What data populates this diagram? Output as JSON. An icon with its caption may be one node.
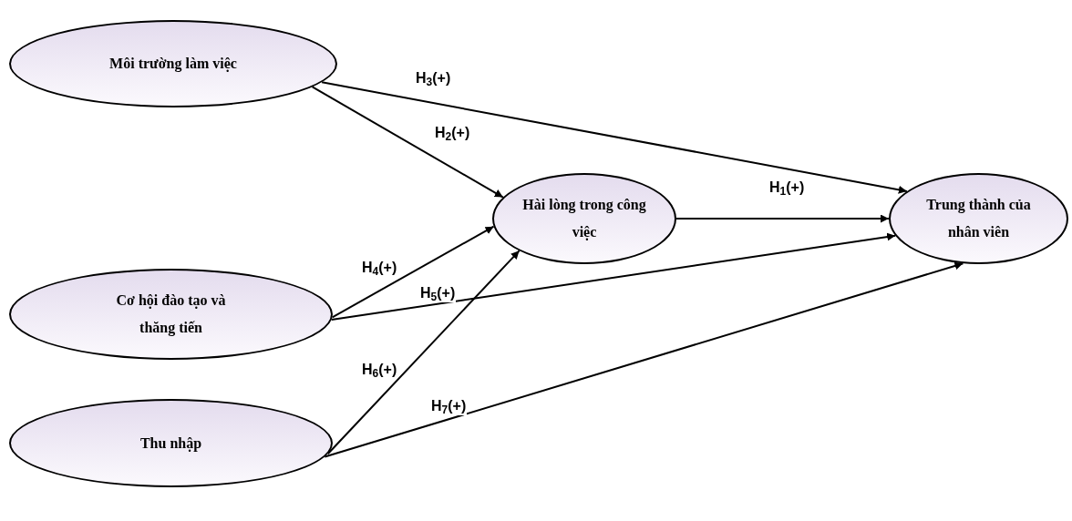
{
  "diagram": {
    "nodes": [
      {
        "text": [
          "Môi trường làm việc"
        ]
      },
      {
        "text": [
          "Cơ hội đào tạo và thăng tiến"
        ]
      },
      {
        "text": [
          "Thu nhập"
        ]
      },
      {
        "text": [
          "Hài lòng trong công việc"
        ]
      },
      {
        "text": [
          "Trung thành của nhân viên"
        ]
      }
    ],
    "edges": [
      {
        "from": 0,
        "to": 4,
        "arrow": "to",
        "label": "H$_{3}$(+)"
      },
      {
        "from": 0,
        "to": 3,
        "arrow": "to",
        "label": "H$_{2}$(+)"
      },
      {
        "from": 3,
        "to": 4,
        "arrow": "to",
        "label": "H$_{1}$(+)"
      },
      {
        "from": 1,
        "to": 3,
        "arrow": "to",
        "label": "H$_{4}$(+)"
      },
      {
        "from": 1,
        "to": 4,
        "arrow": "to",
        "label": "H$_{5}$(+)"
      },
      {
        "from": 2,
        "to": 3,
        "arrow": "to",
        "label": "H$_{6}$(+)"
      },
      {
        "from": 2,
        "to": 4,
        "arrow": "to",
        "label": "H$_{7}$(+)"
      }
    ]
  }
}
